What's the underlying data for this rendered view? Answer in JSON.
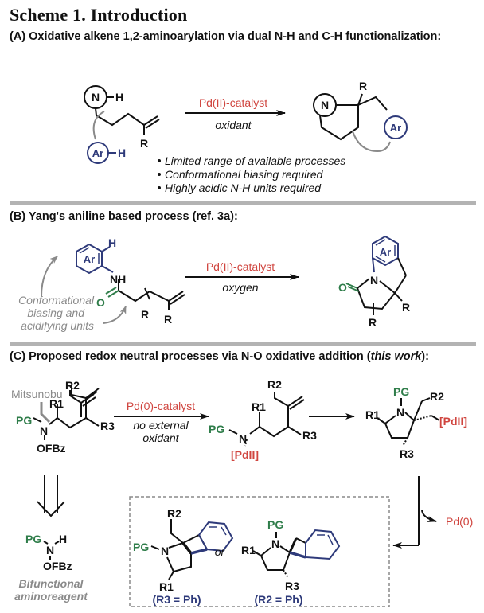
{
  "title": "Scheme 1. Introduction",
  "colors": {
    "red": "#d0453f",
    "navy": "#2e3a7a",
    "green": "#2f7d4a",
    "gray": "#8a8a8a",
    "divider": "#b3b3b3"
  },
  "sectionA": {
    "heading": "(A) Oxidative alkene 1,2-aminoarylation via dual N-H and C-H functionalization:",
    "reactant": {
      "n_label": "N",
      "nh_h": "H",
      "ar_label": "Ar",
      "ar_h": "H",
      "r": "R"
    },
    "arrow": {
      "above": "Pd(II)-catalyst",
      "below": "oxidant"
    },
    "product": {
      "n_label": "N",
      "ar_label": "Ar",
      "r": "R"
    },
    "bullets": [
      "Limited range of available processes",
      "Conformational biasing required",
      "Highly acidic N-H units required"
    ]
  },
  "sectionB": {
    "heading": "(B) Yang's aniline based process (ref. 3a):",
    "reactant": {
      "ar": "Ar",
      "h": "H",
      "nh": "NH",
      "o": "O",
      "r1": "R",
      "r2": "R"
    },
    "note": [
      "Conformational",
      "biasing and",
      "acidifying units"
    ],
    "arrow": {
      "above": "Pd(II)-catalyst",
      "below": "oxygen"
    },
    "product": {
      "ar": "Ar",
      "n": "N",
      "o": "O",
      "r1": "R",
      "r2": "R"
    }
  },
  "sectionC": {
    "heading_pre": "(C) Proposed redox neutral processes via N-O oxidative addition (",
    "heading_this": "this",
    "heading_work": "work",
    "heading_post": "):",
    "reactant": {
      "mitsunobu": "Mitsunobu",
      "pg": "PG",
      "n": "N",
      "ofbz": "OFBz",
      "r1": "R1",
      "r2": "R2",
      "r3": "R3"
    },
    "arrow1": {
      "above": "Pd(0)-catalyst",
      "below1": "no external",
      "below2": "oxidant"
    },
    "intermediate": {
      "pg": "PG",
      "n": "N",
      "pd": "[PdII]",
      "r1": "R1",
      "r2": "R2",
      "r3": "R3"
    },
    "cyclized": {
      "pg": "PG",
      "n": "N",
      "pd": "[PdII]",
      "r1": "R1",
      "r2": "R2",
      "r3": "R3"
    },
    "released": "Pd(0)",
    "reagent": {
      "pg": "PG",
      "n": "N",
      "h": "H",
      "ofbz": "OFBz",
      "caption1": "Bifunctional",
      "caption2": "aminoreagent"
    },
    "products": {
      "left": {
        "pg": "PG",
        "n": "N",
        "r1": "R1",
        "r2": "R2",
        "condition": "(R3 = Ph)"
      },
      "or": "or",
      "right": {
        "pg": "PG",
        "n": "N",
        "r1": "R1",
        "r3": "R3",
        "condition": "(R2 = Ph)"
      }
    }
  }
}
